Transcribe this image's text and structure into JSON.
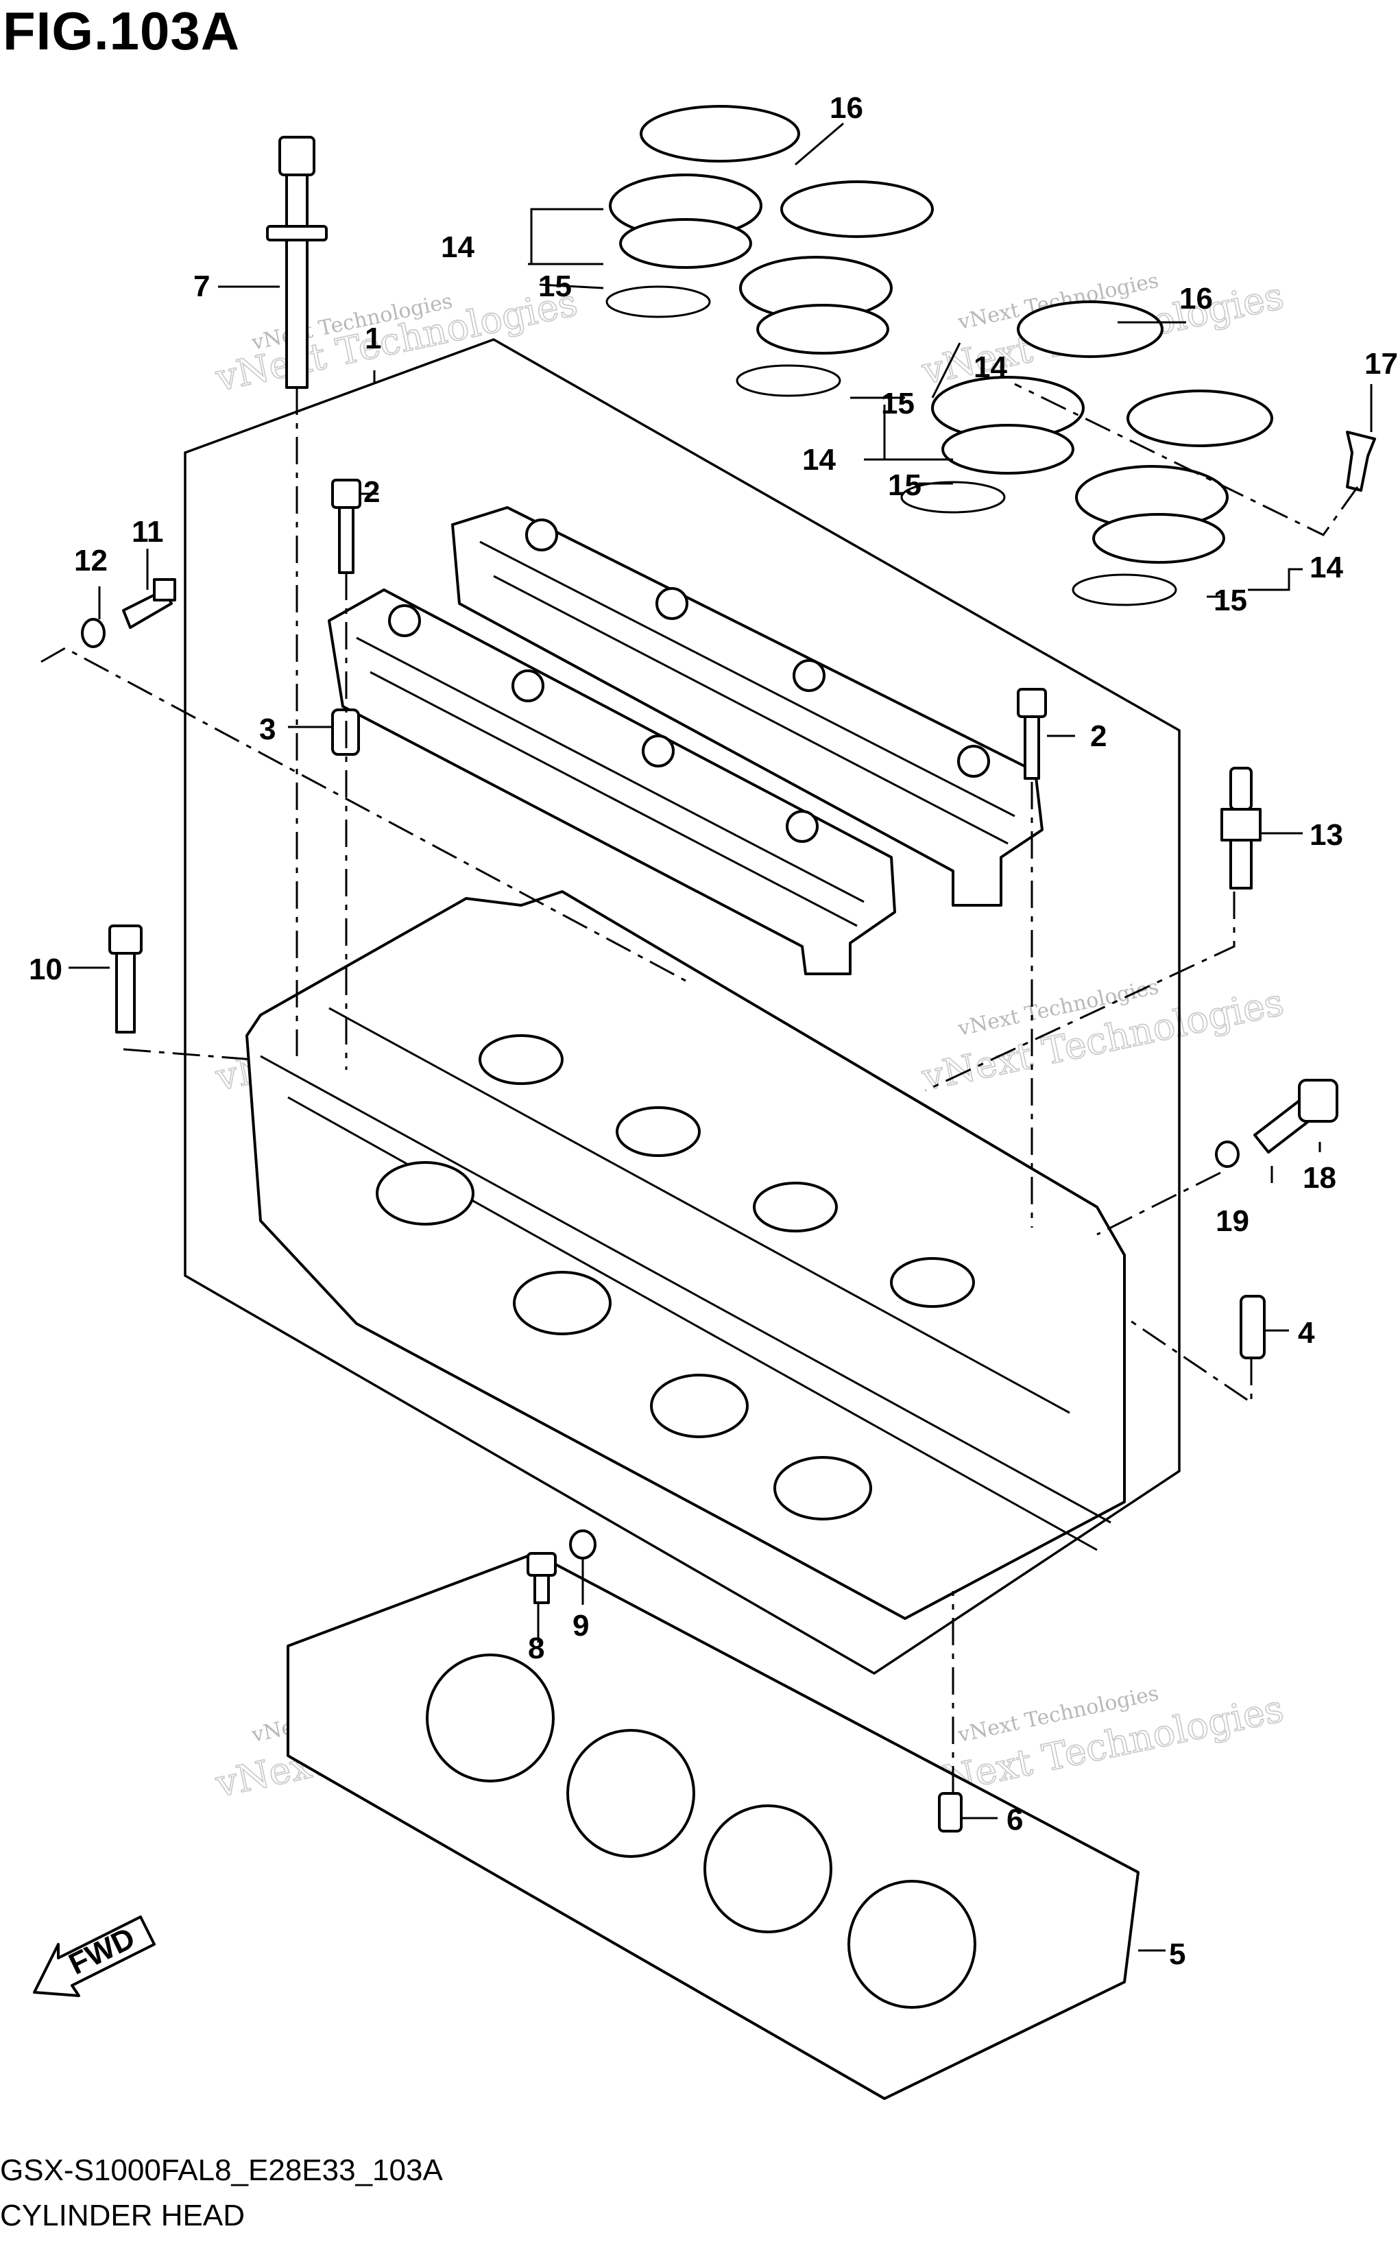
{
  "header": {
    "figure_title": "FIG.103A"
  },
  "footer": {
    "diagram_code": "GSX-S1000FAL8_E28E33_103A",
    "diagram_name": "CYLINDER HEAD"
  },
  "watermark": {
    "line1": "vNext Technologies",
    "line2": "vNext Technologies"
  },
  "fwd_arrow": {
    "label": "FWD"
  },
  "callouts": [
    {
      "label": "1"
    },
    {
      "label": "2"
    },
    {
      "label": "2"
    },
    {
      "label": "3"
    },
    {
      "label": "4"
    },
    {
      "label": "5"
    },
    {
      "label": "6"
    },
    {
      "label": "7"
    },
    {
      "label": "8"
    },
    {
      "label": "9"
    },
    {
      "label": "10"
    },
    {
      "label": "11"
    },
    {
      "label": "12"
    },
    {
      "label": "13"
    },
    {
      "label": "14"
    },
    {
      "label": "14"
    },
    {
      "label": "14"
    },
    {
      "label": "14"
    },
    {
      "label": "15"
    },
    {
      "label": "15"
    },
    {
      "label": "15"
    },
    {
      "label": "15"
    },
    {
      "label": "16"
    },
    {
      "label": "16"
    },
    {
      "label": "17"
    },
    {
      "label": "18"
    },
    {
      "label": "19"
    }
  ]
}
